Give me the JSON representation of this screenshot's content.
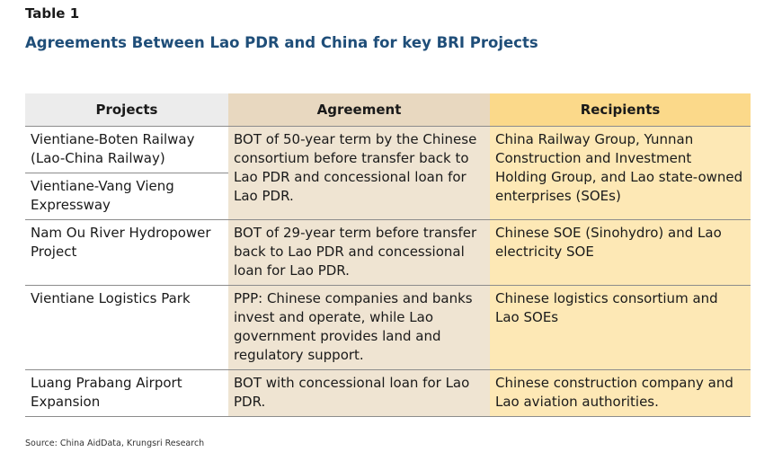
{
  "table_label": "Table 1",
  "title": "Agreements Between Lao PDR and China for key BRI Projects",
  "headers": {
    "projects": "Projects",
    "agreement": "Agreement",
    "recipients": "Recipients"
  },
  "rows": [
    {
      "project": "Vientiane-Boten Railway (Lao-China Railway)",
      "agreement": "BOT of 50-year term by the Chinese consortium before transfer back to Lao PDR and concessional loan for Lao PDR.",
      "recipients": "China Railway Group, Yunnan Construction and Investment Holding Group, and Lao state-owned enterprises (SOEs)"
    },
    {
      "project": "Vientiane-Vang Vieng Expressway"
    },
    {
      "project": "Nam Ou River Hydropower Project",
      "agreement": "BOT of 29-year term before transfer back to Lao PDR and concessional loan for Lao PDR.",
      "recipients": "Chinese SOE (Sinohydro) and Lao electricity SOE"
    },
    {
      "project": "Vientiane Logistics Park",
      "agreement": "PPP: Chinese companies and banks invest and operate, while Lao government provides land and regulatory support.",
      "recipients": "Chinese logistics consortium and Lao SOEs"
    },
    {
      "project": "Luang Prabang Airport Expansion",
      "agreement": "BOT with concessional loan for Lao PDR.",
      "recipients": "Chinese construction company and Lao aviation authorities."
    }
  ],
  "source": "Source: China AidData, Krungsri Research",
  "colors": {
    "title": "#1f4e79",
    "header_projects": "#ececec",
    "header_agreement": "#e8d8c0",
    "header_recipients": "#fbd98a",
    "cell_agreement": "#efe4d2",
    "cell_recipients": "#fde8b5"
  }
}
